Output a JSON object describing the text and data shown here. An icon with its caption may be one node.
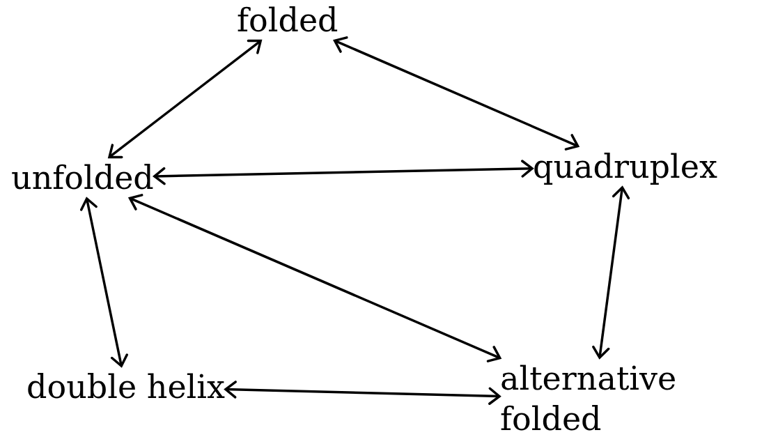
{
  "diagram": {
    "nodes": [
      {
        "text": [
          "folded"
        ]
      },
      {
        "text": [
          "unfolded"
        ]
      },
      {
        "text": [
          "quadruplex"
        ]
      },
      {
        "text": [
          "double helix"
        ]
      },
      {
        "text": [
          "alternative folded"
        ]
      }
    ],
    "edges": [
      {
        "from": 1,
        "to": 0,
        "arrow": "both"
      },
      {
        "from": 0,
        "to": 2,
        "arrow": "both"
      },
      {
        "from": 1,
        "to": 2,
        "arrow": "both"
      },
      {
        "from": 1,
        "to": 4,
        "arrow": "both"
      },
      {
        "from": 2,
        "to": 4,
        "arrow": "both"
      },
      {
        "from": 1,
        "to": 3,
        "arrow": "both"
      },
      {
        "from": 3,
        "to": 4,
        "arrow": "both"
      }
    ]
  }
}
